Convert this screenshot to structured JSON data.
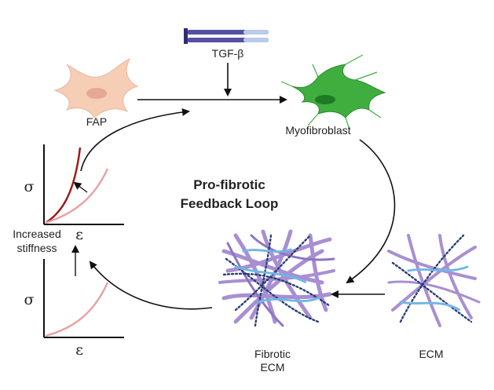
{
  "center_title": {
    "line1": "Pro-fibrotic",
    "line2": "Feedback Loop"
  },
  "labels": {
    "tgf": "TGF-β",
    "fap": "FAP",
    "myofibroblast": "Myofibroblast",
    "fibrotic_ecm_line1": "Fibrotic",
    "fibrotic_ecm_line2": "ECM",
    "ecm": "ECM",
    "stiffness_line1": "Increased",
    "stiffness_line2": "stiffness"
  },
  "graphs": {
    "upper": {
      "ylabel": "σ",
      "xlabel": "ε"
    },
    "lower": {
      "ylabel": "σ",
      "xlabel": "ε"
    }
  },
  "colors": {
    "fap_cell": "#f6cdb5",
    "fap_nucleus": "#e4a992",
    "myofibroblast": "#3fae3f",
    "myofibroblast_nucleus": "#1f7a24",
    "stiff_curve": "#9a1c1c",
    "soft_curve": "#e6a5a5",
    "ecm_fiber": "#a88fd2",
    "ecm_dark_fiber": "#2a3e77",
    "ecm_light_fiber": "#6fb7e6",
    "tgf_dark": "#5450a6",
    "tgf_light": "#b9cdea"
  },
  "icons": [
    "tgf-beta-receptor-icon",
    "fap-cell-icon",
    "myofibroblast-cell-icon",
    "fibrotic-ecm-mesh-icon",
    "ecm-mesh-icon"
  ]
}
